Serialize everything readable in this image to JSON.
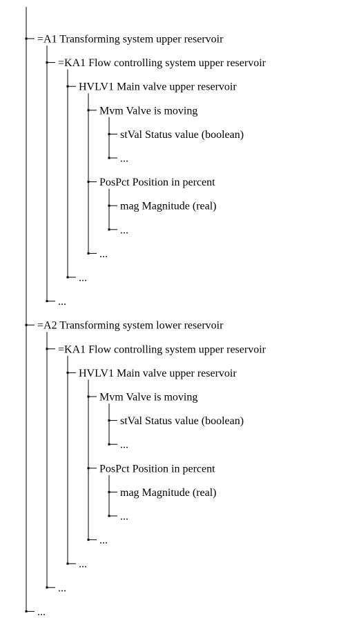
{
  "tree": {
    "nodes": [
      {
        "label": "=A1 Transforming system upper reservoir",
        "depth": 0
      },
      {
        "label": "=KA1 Flow controlling system upper reservoir",
        "depth": 1
      },
      {
        "label": "HVLV1 Main valve upper reservoir",
        "depth": 2
      },
      {
        "label": "Mvm Valve is moving",
        "depth": 3
      },
      {
        "label": "stVal Status value (boolean)",
        "depth": 4
      },
      {
        "label": "...",
        "depth": 4
      },
      {
        "label": "PosPct Position in percent",
        "depth": 3
      },
      {
        "label": "mag Magnitude (real)",
        "depth": 4
      },
      {
        "label": "...",
        "depth": 4
      },
      {
        "label": "...",
        "depth": 3
      },
      {
        "label": "...",
        "depth": 2
      },
      {
        "label": "...",
        "depth": 1
      },
      {
        "label": "=A2 Transforming system lower reservoir",
        "depth": 0
      },
      {
        "label": "=KA1 Flow controlling system upper reservoir",
        "depth": 1
      },
      {
        "label": "HVLV1 Main valve upper reservoir",
        "depth": 2
      },
      {
        "label": "Mvm Valve is moving",
        "depth": 3
      },
      {
        "label": "stVal Status value (boolean)",
        "depth": 4
      },
      {
        "label": "...",
        "depth": 4
      },
      {
        "label": "PosPct Position in percent",
        "depth": 3
      },
      {
        "label": "mag Magnitude (real)",
        "depth": 4
      },
      {
        "label": "...",
        "depth": 4
      },
      {
        "label": "...",
        "depth": 3
      },
      {
        "label": "...",
        "depth": 2
      },
      {
        "label": "...",
        "depth": 1
      },
      {
        "label": "...",
        "depth": 0
      }
    ]
  }
}
